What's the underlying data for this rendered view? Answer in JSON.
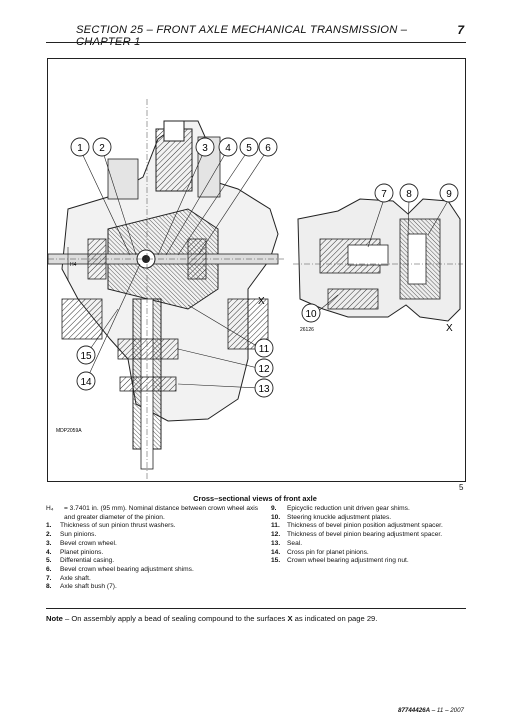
{
  "header": {
    "title": "SECTION 25 – FRONT AXLE MECHANICAL TRANSMISSION – CHAPTER 1",
    "page_number": "7"
  },
  "figure": {
    "image_code_left": "MDP2059A",
    "image_code_right": "26126",
    "figure_number": "5",
    "callouts_left": [
      "1",
      "2",
      "3",
      "4",
      "5",
      "6",
      "11",
      "12",
      "13",
      "14",
      "15"
    ],
    "callouts_right": [
      "7",
      "8",
      "9",
      "10"
    ],
    "dim_label": "H4",
    "x_label": "X"
  },
  "caption": "Cross–sectional views of front axle",
  "legend": {
    "h4": {
      "sym": "H₄",
      "text": "= 3.7401 in. (95 mm). Nominal distance between crown wheel axis and greater diameter of the pinion."
    },
    "items_left": [
      {
        "n": "1.",
        "t": "Thickness of sun pinion thrust washers."
      },
      {
        "n": "2.",
        "t": "Sun pinions."
      },
      {
        "n": "3.",
        "t": "Bevel crown wheel."
      },
      {
        "n": "4.",
        "t": "Planet pinions."
      },
      {
        "n": "5.",
        "t": "Differential casing."
      },
      {
        "n": "6.",
        "t": "Bevel crown wheel bearing adjustment shims."
      },
      {
        "n": "7.",
        "t": "Axle shaft."
      },
      {
        "n": "8.",
        "t": "Axle shaft bush (7)."
      }
    ],
    "items_right": [
      {
        "n": "9.",
        "t": "Epicyclic reduction unit driven gear shims."
      },
      {
        "n": "10.",
        "t": "Steering knuckle adjustment plates."
      },
      {
        "n": "11.",
        "t": "Thickness of bevel pinion position adjustment spacer."
      },
      {
        "n": "12.",
        "t": "Thickness of bevel pinion bearing adjustment spacer."
      },
      {
        "n": "13.",
        "t": "Seal."
      },
      {
        "n": "14.",
        "t": "Cross pin for planet pinions."
      },
      {
        "n": "15.",
        "t": "Crown wheel bearing adjustment ring nut."
      }
    ]
  },
  "note": {
    "label": "Note",
    "text": " – On assembly apply a bead of sealing compound to the surfaces ",
    "x": "X",
    "text2": " as indicated on page 29."
  },
  "footer": {
    "code": "87744426A",
    "date": " – 11 – 2007"
  }
}
